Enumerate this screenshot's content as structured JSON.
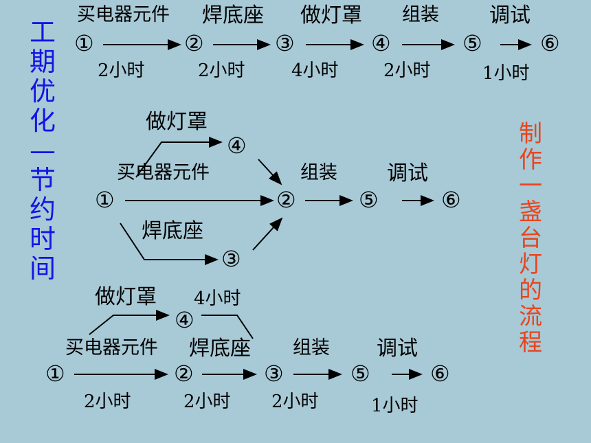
{
  "left_title": "工期优化—节约时间",
  "right_title": "制作一盏台灯的流程",
  "nodes": {
    "n1": "①",
    "n2": "②",
    "n3": "③",
    "n4": "④",
    "n5": "⑤",
    "n6": "⑥"
  },
  "tasks": {
    "buy": "买电器元件",
    "base": "焊底座",
    "shade": "做灯罩",
    "assemble": "组装",
    "debug": "调试"
  },
  "durations": {
    "buy": "2小时",
    "base": "2小时",
    "shade": "4小时",
    "assemble": "2小时",
    "debug": "1小时"
  }
}
